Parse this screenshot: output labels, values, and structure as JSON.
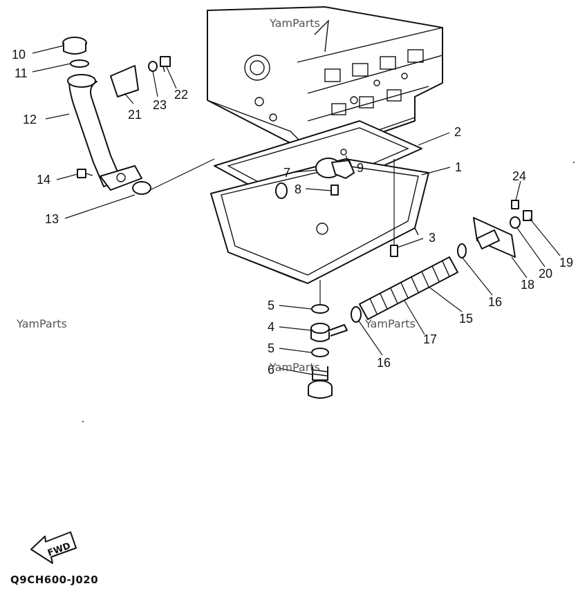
{
  "watermarks": [
    "YamParts",
    "YamParts",
    "YamParts",
    "YamParts"
  ],
  "diagram_code": "Q9CH600-J020",
  "fwd_label": "FWD",
  "callouts": [
    "10",
    "11",
    "12",
    "14",
    "13",
    "21",
    "23",
    "22",
    "2",
    "1",
    "7",
    "9",
    "8",
    "3",
    "24",
    "19",
    "20",
    "18",
    "16",
    "15",
    "17",
    "5",
    "4",
    "5",
    "6",
    "16"
  ]
}
